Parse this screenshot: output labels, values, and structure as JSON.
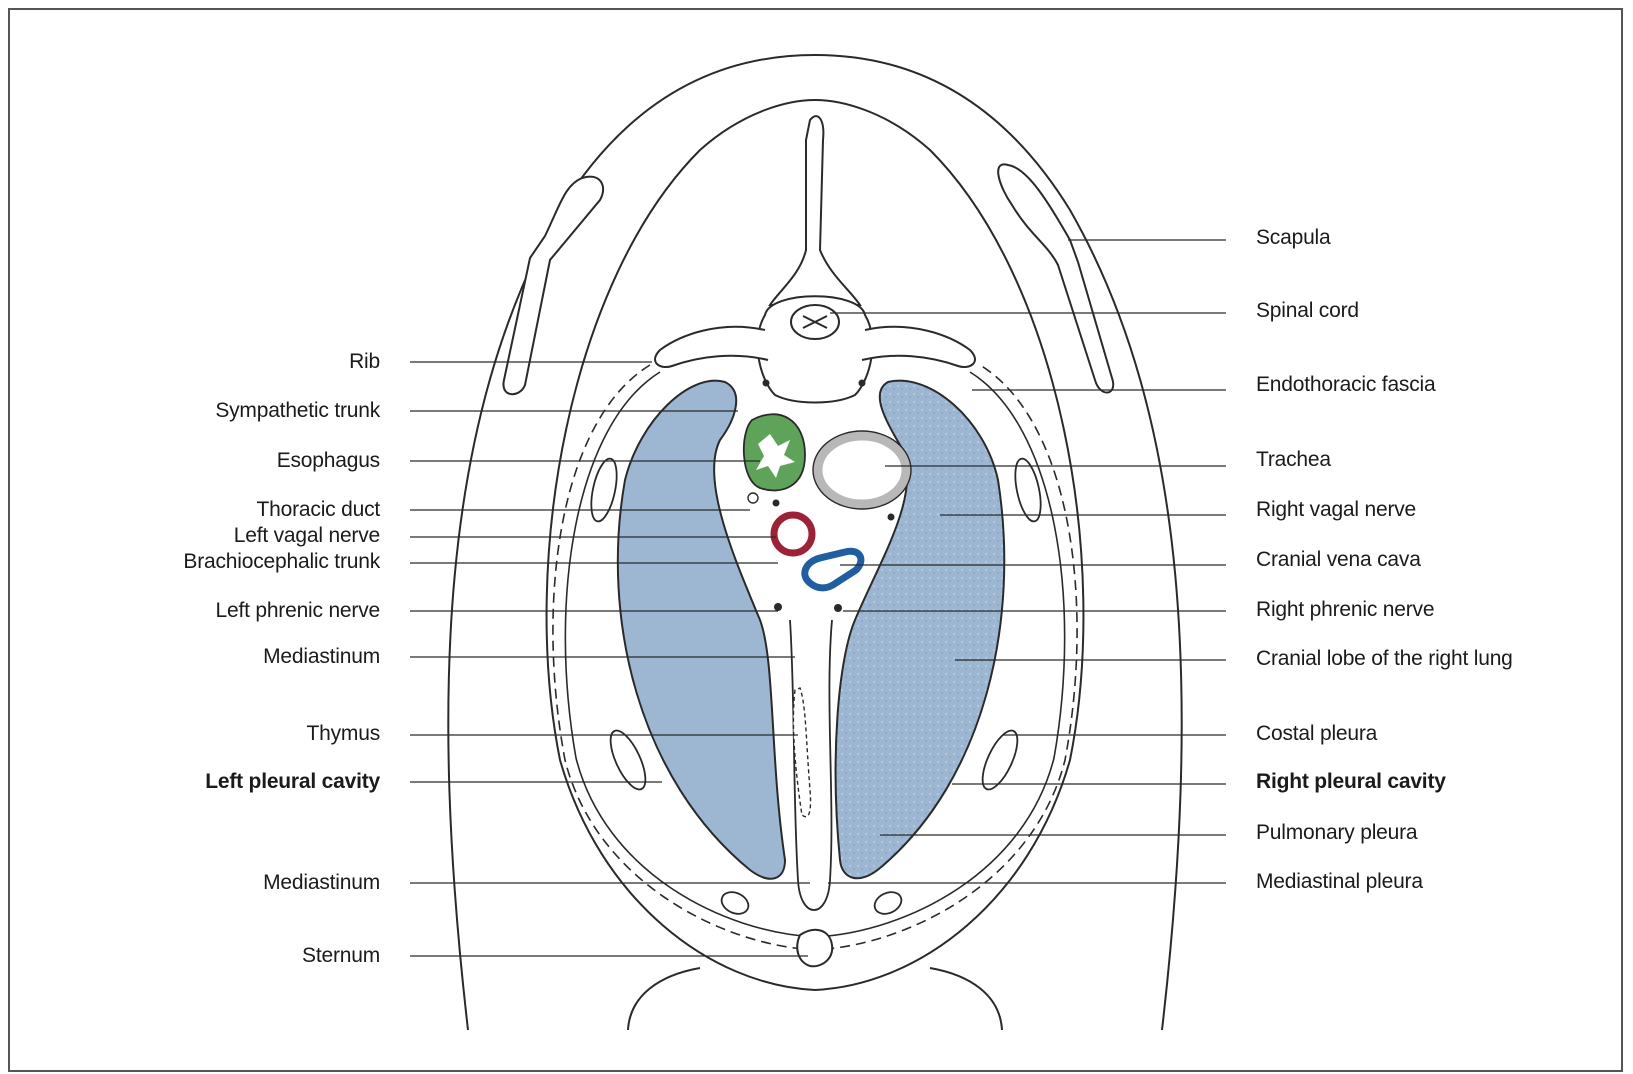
{
  "labels_left": [
    "Rib",
    "Sympathetic trunk",
    "Esophagus",
    "Thoracic duct",
    "Left vagal nerve",
    "Brachiocephalic trunk",
    "Left phrenic nerve",
    "Mediastinum",
    "Thymus",
    "Left pleural cavity",
    "Mediastinum",
    "Sternum"
  ],
  "labels_right": [
    "Scapula",
    "Spinal cord",
    "Endothoracic fascia",
    "Trachea",
    "Right vagal nerve",
    "Cranial vena cava",
    "Right phrenic nerve",
    "Cranial lobe of the right lung",
    "Costal pleura",
    "Right pleural cavity",
    "Pulmonary pleura",
    "Mediastinal pleura"
  ],
  "colors": {
    "lung_fill": "#9db6d2",
    "esophagus": "#5fa35a",
    "brachiocephalic_trunk": "#9c2238",
    "cranial_vena_cava": "#1f5fa0",
    "trachea": "#b8b8b8",
    "outline": "#2a2a2a"
  }
}
